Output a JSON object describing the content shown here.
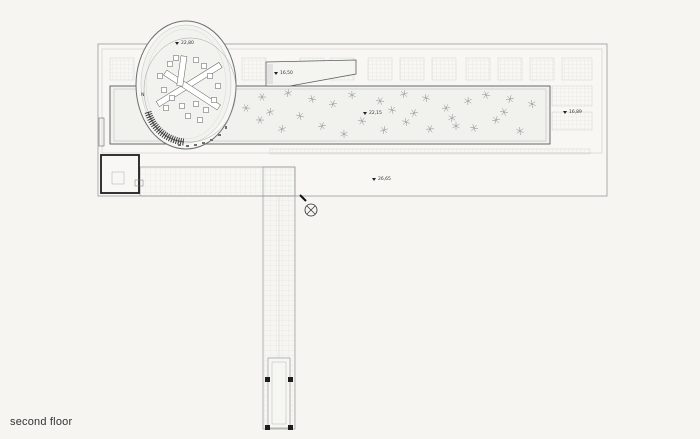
{
  "caption": "second floor",
  "levels": {
    "tower_top": "22,80",
    "ramp": "16,50",
    "roof_strip": "22,15",
    "east_edge": "16,89",
    "terrace": "26,65"
  },
  "tower_mark": "N",
  "colors": {
    "background": "#f6f5f1",
    "line": "#9a9a9a",
    "dark_line": "#2a2a2a",
    "fill": "#f1f1ee"
  }
}
